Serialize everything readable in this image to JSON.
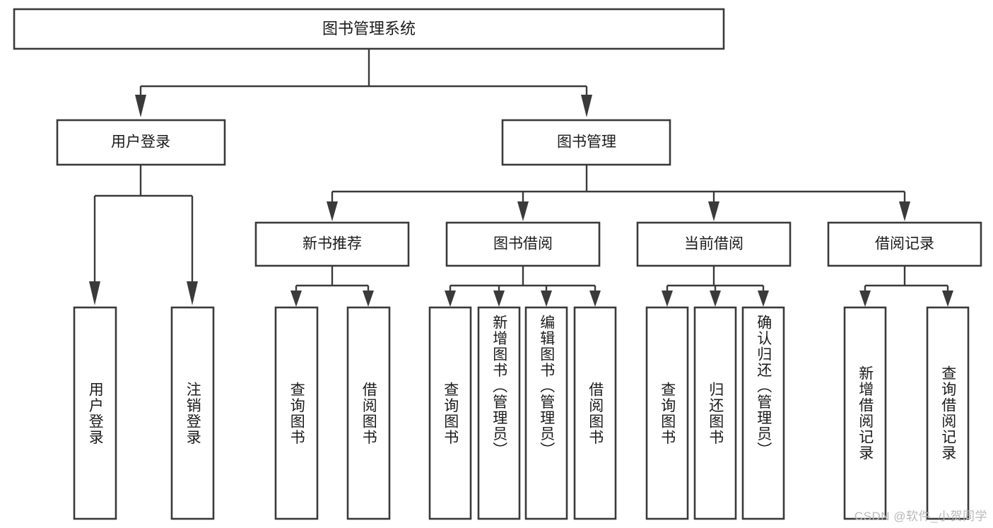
{
  "diagram": {
    "type": "tree-hierarchy",
    "title": "图书管理系统",
    "watermark": "CSDN @软件_小贺同学",
    "colors": {
      "box_stroke": "#3a3a3a",
      "box_fill": "#ffffff",
      "text": "#1b1b1b",
      "connector": "#3a3a3a",
      "watermark": "#b9b9b9",
      "background": "#ffffff"
    },
    "root": {
      "label": "图书管理系统"
    },
    "level2": [
      {
        "label": "用户登录"
      },
      {
        "label": "图书管理"
      }
    ],
    "level3": [
      {
        "label": "新书推荐"
      },
      {
        "label": "图书借阅"
      },
      {
        "label": "当前借阅"
      },
      {
        "label": "借阅记录"
      }
    ],
    "leaves": {
      "user_login": [
        {
          "label": "用户登录"
        },
        {
          "label": "注销登录"
        }
      ],
      "new_book": [
        {
          "label": "查询图书"
        },
        {
          "label": "借阅图书"
        }
      ],
      "book_borrow": [
        {
          "label": "查询图书"
        },
        {
          "label": "新增图书（管理员）"
        },
        {
          "label": "编辑图书（管理员）"
        },
        {
          "label": "借阅图书"
        }
      ],
      "current_borrow": [
        {
          "label": "查询图书"
        },
        {
          "label": "归还图书"
        },
        {
          "label": "确认归还（管理员）"
        }
      ],
      "borrow_record": [
        {
          "label": "新增借阅记录"
        },
        {
          "label": "查询借阅记录"
        }
      ]
    }
  }
}
